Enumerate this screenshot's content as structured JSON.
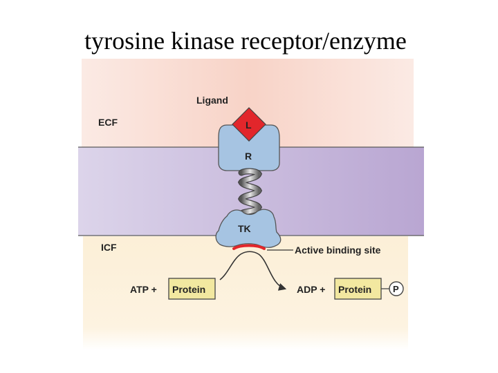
{
  "title": "tyrosine kinase receptor/enzyme",
  "labels": {
    "ligand": "Ligand",
    "ligand_letter": "L",
    "ecf": "ECF",
    "icf": "ICF",
    "receptor": "R",
    "kinase": "TK",
    "active_site": "Active binding site",
    "atp": "ATP +",
    "protein_left": "Protein",
    "adp": "ADP +",
    "protein_right": "Protein",
    "phosphate": "P"
  },
  "colors": {
    "ecf_region": "#f8d8cf",
    "membrane": "#c9badb",
    "icf_region": "#fbedd3",
    "receptor": "#a6c4e2",
    "ligand": "#e2262b",
    "protein_box": "#f2e8a0",
    "active_site": "#e2262b"
  }
}
